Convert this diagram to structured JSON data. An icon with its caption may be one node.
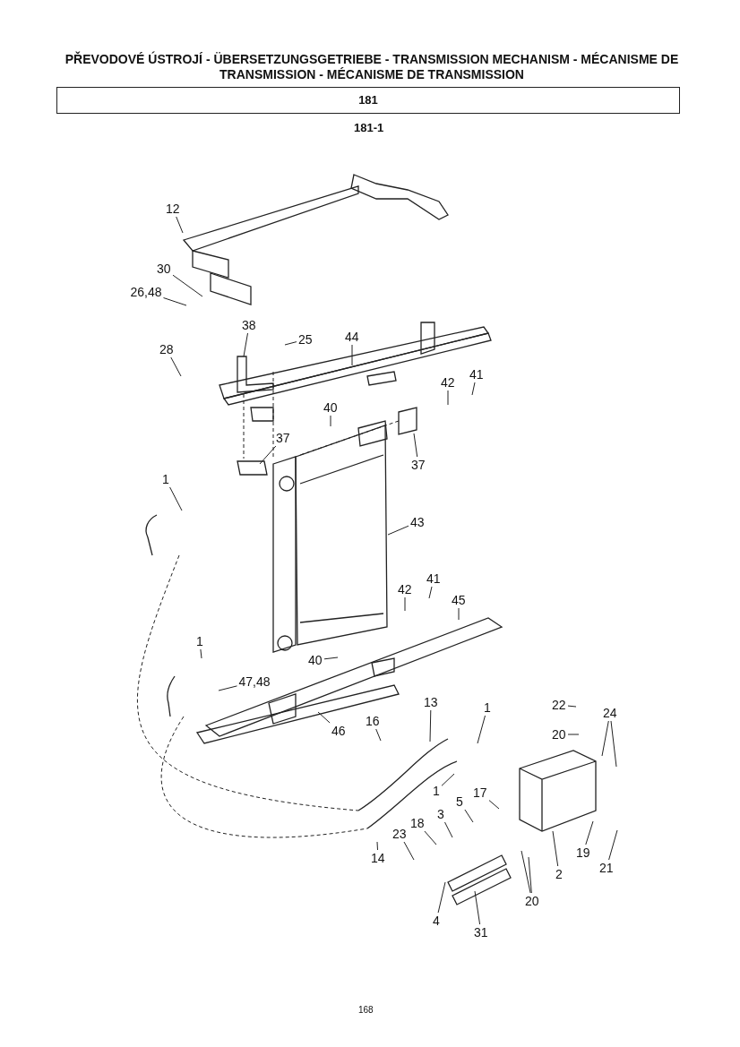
{
  "diagram": {
    "title": "PŘEVODOVÉ ÚSTROJÍ - ÜBERSETZUNGSGETRIEBE - TRANSMISSION MECHANISM - MÉCANISME DE TRANSMISSION - MÉCANISME DE TRANSMISSION",
    "nodes": [
      {
        "text": [
          "12"
        ]
      },
      {
        "text": [
          "30"
        ]
      },
      {
        "text": [
          "26,48"
        ]
      },
      {
        "text": [
          "38"
        ]
      },
      {
        "text": [
          "25"
        ]
      },
      {
        "text": [
          "44"
        ]
      },
      {
        "text": [
          "28"
        ]
      },
      {
        "text": [
          "42"
        ]
      },
      {
        "text": [
          "41"
        ]
      },
      {
        "text": [
          "40"
        ]
      },
      {
        "text": [
          "37"
        ]
      },
      {
        "text": [
          "37"
        ]
      },
      {
        "text": [
          "1"
        ]
      },
      {
        "text": [
          "43"
        ]
      },
      {
        "text": [
          "42"
        ]
      },
      {
        "text": [
          "41"
        ]
      },
      {
        "text": [
          "45"
        ]
      },
      {
        "text": [
          "1"
        ]
      },
      {
        "text": [
          "40"
        ]
      },
      {
        "text": [
          "47,48"
        ]
      },
      {
        "text": [
          "13"
        ]
      },
      {
        "text": [
          "1"
        ]
      },
      {
        "text": [
          "22"
        ]
      },
      {
        "text": [
          "24"
        ]
      },
      {
        "text": [
          "20"
        ]
      },
      {
        "text": [
          "16"
        ]
      },
      {
        "text": [
          "46"
        ]
      },
      {
        "text": [
          "1"
        ]
      },
      {
        "text": [
          "17"
        ]
      },
      {
        "text": [
          "5"
        ]
      },
      {
        "text": [
          "3"
        ]
      },
      {
        "text": [
          "18"
        ]
      },
      {
        "text": [
          "23"
        ]
      },
      {
        "text": [
          "14"
        ]
      },
      {
        "text": [
          "2"
        ]
      },
      {
        "text": [
          "19"
        ]
      },
      {
        "text": [
          "21"
        ]
      },
      {
        "text": [
          "20"
        ]
      },
      {
        "text": [
          "4"
        ]
      },
      {
        "text": [
          "31"
        ]
      }
    ],
    "edges": [
      {
        "from": 0,
        "to": null,
        "arrow": "none"
      },
      {
        "from": 1,
        "to": null,
        "arrow": "none"
      },
      {
        "from": 2,
        "to": null,
        "arrow": "none"
      },
      {
        "from": 3,
        "to": null,
        "arrow": "none"
      },
      {
        "from": 4,
        "to": null,
        "arrow": "none"
      },
      {
        "from": 5,
        "to": null,
        "arrow": "none"
      },
      {
        "from": 6,
        "to": null,
        "arrow": "none"
      },
      {
        "from": 7,
        "to": null,
        "arrow": "none"
      },
      {
        "from": 8,
        "to": null,
        "arrow": "none"
      },
      {
        "from": 9,
        "to": null,
        "arrow": "none"
      },
      {
        "from": 10,
        "to": null,
        "arrow": "none"
      },
      {
        "from": 11,
        "to": null,
        "arrow": "none"
      },
      {
        "from": 12,
        "to": null,
        "arrow": "none"
      },
      {
        "from": 13,
        "to": null,
        "arrow": "none"
      },
      {
        "from": 14,
        "to": null,
        "arrow": "none"
      },
      {
        "from": 15,
        "to": null,
        "arrow": "none"
      },
      {
        "from": 16,
        "to": null,
        "arrow": "none"
      },
      {
        "from": 17,
        "to": null,
        "arrow": "none"
      },
      {
        "from": 18,
        "to": null,
        "arrow": "none"
      },
      {
        "from": 19,
        "to": null,
        "arrow": "none"
      },
      {
        "from": 20,
        "to": null,
        "arrow": "none"
      },
      {
        "from": 21,
        "to": null,
        "arrow": "none"
      },
      {
        "from": 22,
        "to": null,
        "arrow": "none"
      },
      {
        "from": 23,
        "to": null,
        "arrow": "none"
      },
      {
        "from": 23,
        "to": null,
        "arrow": "none"
      },
      {
        "from": 24,
        "to": null,
        "arrow": "none"
      },
      {
        "from": 25,
        "to": null,
        "arrow": "none"
      },
      {
        "from": 26,
        "to": null,
        "arrow": "none"
      },
      {
        "from": 27,
        "to": null,
        "arrow": "none"
      },
      {
        "from": 28,
        "to": null,
        "arrow": "none"
      },
      {
        "from": 29,
        "to": null,
        "arrow": "none"
      },
      {
        "from": 30,
        "to": null,
        "arrow": "none"
      },
      {
        "from": 31,
        "to": null,
        "arrow": "none"
      },
      {
        "from": 32,
        "to": null,
        "arrow": "none"
      },
      {
        "from": 33,
        "to": null,
        "arrow": "none"
      },
      {
        "from": 34,
        "to": null,
        "arrow": "none"
      },
      {
        "from": 35,
        "to": null,
        "arrow": "none"
      },
      {
        "from": 36,
        "to": null,
        "arrow": "none"
      },
      {
        "from": 37,
        "to": null,
        "arrow": "none"
      },
      {
        "from": 37,
        "to": null,
        "arrow": "none"
      },
      {
        "from": 38,
        "to": null,
        "arrow": "none"
      },
      {
        "from": 39,
        "to": null,
        "arrow": "none"
      }
    ],
    "labels": [
      "181",
      "181-1",
      "168"
    ]
  }
}
